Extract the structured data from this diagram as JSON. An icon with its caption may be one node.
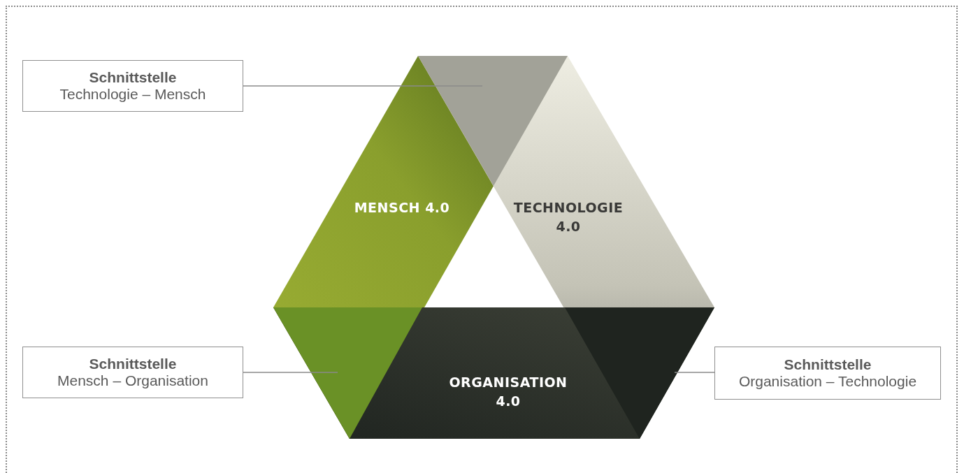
{
  "diagram": {
    "nodes": [
      {
        "text": [
          "Schnittstelle",
          "Technologie – Mensch"
        ]
      },
      {
        "text": [
          "MENSCH 4.0"
        ]
      },
      {
        "text": [],
        "shape": "triangle"
      },
      {
        "text": [
          "TECHNOLOGIE 4.0"
        ]
      },
      {
        "text": [
          "Schnittstelle",
          "Mensch – Organisation"
        ]
      },
      {
        "text": [],
        "shape": "triangle"
      },
      {
        "text": [
          "ORGANISATION 4.0"
        ]
      },
      {
        "text": [],
        "shape": "triangle"
      },
      {
        "text": [
          "Schnittstelle",
          "Organisation – Technologie"
        ]
      }
    ],
    "edges": [
      {
        "from": 0,
        "to": 2,
        "arrow": "none"
      },
      {
        "from": 4,
        "to": 5,
        "arrow": "none"
      },
      {
        "from": 8,
        "to": 7,
        "arrow": "none"
      }
    ]
  }
}
